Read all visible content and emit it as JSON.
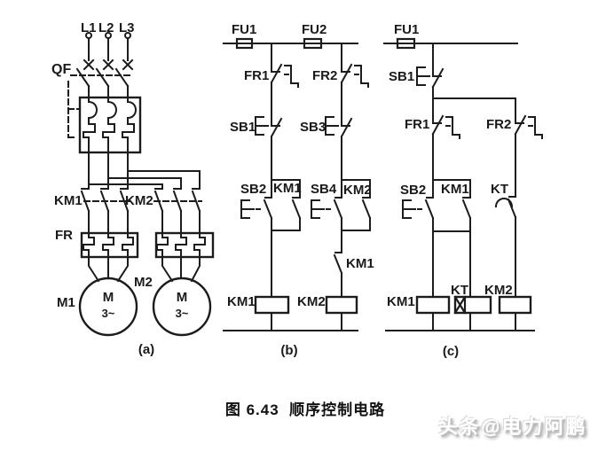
{
  "colors": {
    "line": "#1c1c1c",
    "background": "#ffffff",
    "watermark_shadow": "#bdbdbd"
  },
  "caption": "图 6.43  顺序控制电路",
  "watermark": "头条@电力阿鹏",
  "panel_a": {
    "label": "(a)",
    "phase1": "L1",
    "phase2": "L2",
    "phase3": "L3",
    "breaker": "QF",
    "contactor1": "KM1",
    "contactor2": "KM2",
    "thermal_relay": "FR",
    "motor1_ref": "M1",
    "motor2_ref": "M2",
    "motor_letter": "M",
    "motor_phase": "3~"
  },
  "panel_b": {
    "label": "(b)",
    "fuse1": "FU1",
    "fuse2": "FU2",
    "fr1_contact": "FR1",
    "fr2_contact": "FR2",
    "stop1": "SB1",
    "stop2": "SB3",
    "start1": "SB2",
    "start2": "SB4",
    "km1_aux": "KM1",
    "km2_aux": "KM2",
    "km1_series": "KM1",
    "km1_coil": "KM1",
    "km2_coil": "KM2"
  },
  "panel_c": {
    "label": "(c)",
    "fuse1": "FU1",
    "stop": "SB1",
    "fr1_contact": "FR1",
    "fr2_contact": "FR2",
    "start": "SB2",
    "km1_aux": "KM1",
    "kt_contact": "KT",
    "km1_coil": "KM1",
    "kt_coil": "KT",
    "km2_coil": "KM2"
  }
}
